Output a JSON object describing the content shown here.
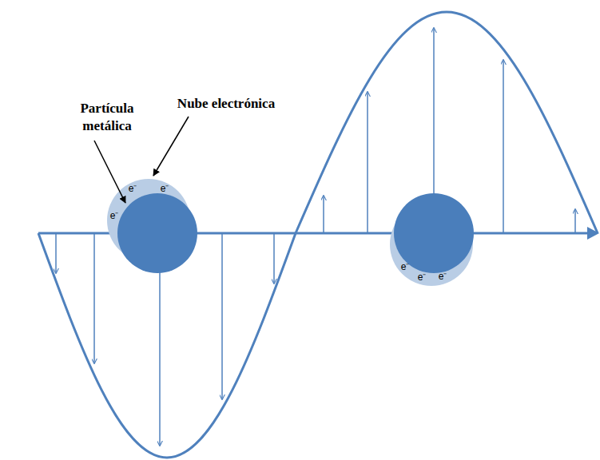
{
  "diagram": {
    "labels": [
      "Partícula metálica",
      "Nube electrónica",
      "e⁻",
      "e⁻",
      "e⁻",
      "e⁻",
      "e⁻",
      "e⁻"
    ]
  }
}
